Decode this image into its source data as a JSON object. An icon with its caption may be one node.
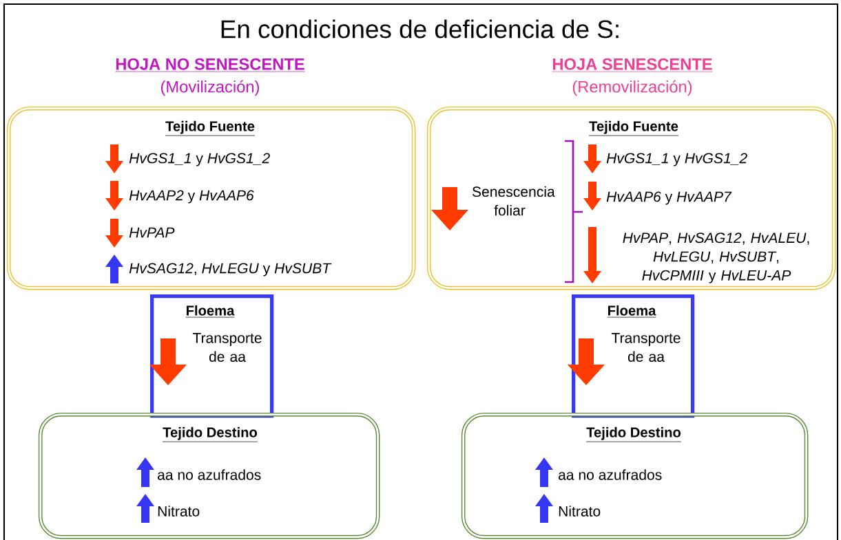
{
  "diagram": {
    "title": "En condiciones de deficiencia de S:",
    "nodes": [
      {
        "text": [
          "Tejido Fuente",
          "*HvGS1_1* y *HvGS1_2*",
          "*HvAAP2* y *HvAAP6*",
          "*HvPAP*",
          "*HvSAG12*, *HvLEGU* y *HvSUBT*"
        ]
      },
      {
        "text": [
          "Floema",
          "Transporte de aa"
        ]
      },
      {
        "text": [
          "Tejido Destino",
          "aa no azufrados",
          "Nitrato"
        ]
      },
      {
        "text": [
          "Tejido Fuente",
          "Senescencia foliar",
          "*HvGS1_1* y *HvGS1_2*",
          "*HvAAP6* y *HvAAP7*",
          "*HvPAP*, *HvSAG12*, *HvALEU*, *HvLEGU*, *HvSUBT*, *HvCPMIII* y *HvLEU-AP*"
        ]
      },
      {
        "text": [
          "Floema",
          "Transporte de aa"
        ]
      },
      {
        "text": [
          "Tejido Destino",
          "aa no azufrados",
          "Nitrato"
        ]
      }
    ],
    "labels": [
      "HOJA NO SENESCENTE",
      "(Movilización)",
      "HOJA SENESCENTE",
      "(Removilización)"
    ]
  }
}
